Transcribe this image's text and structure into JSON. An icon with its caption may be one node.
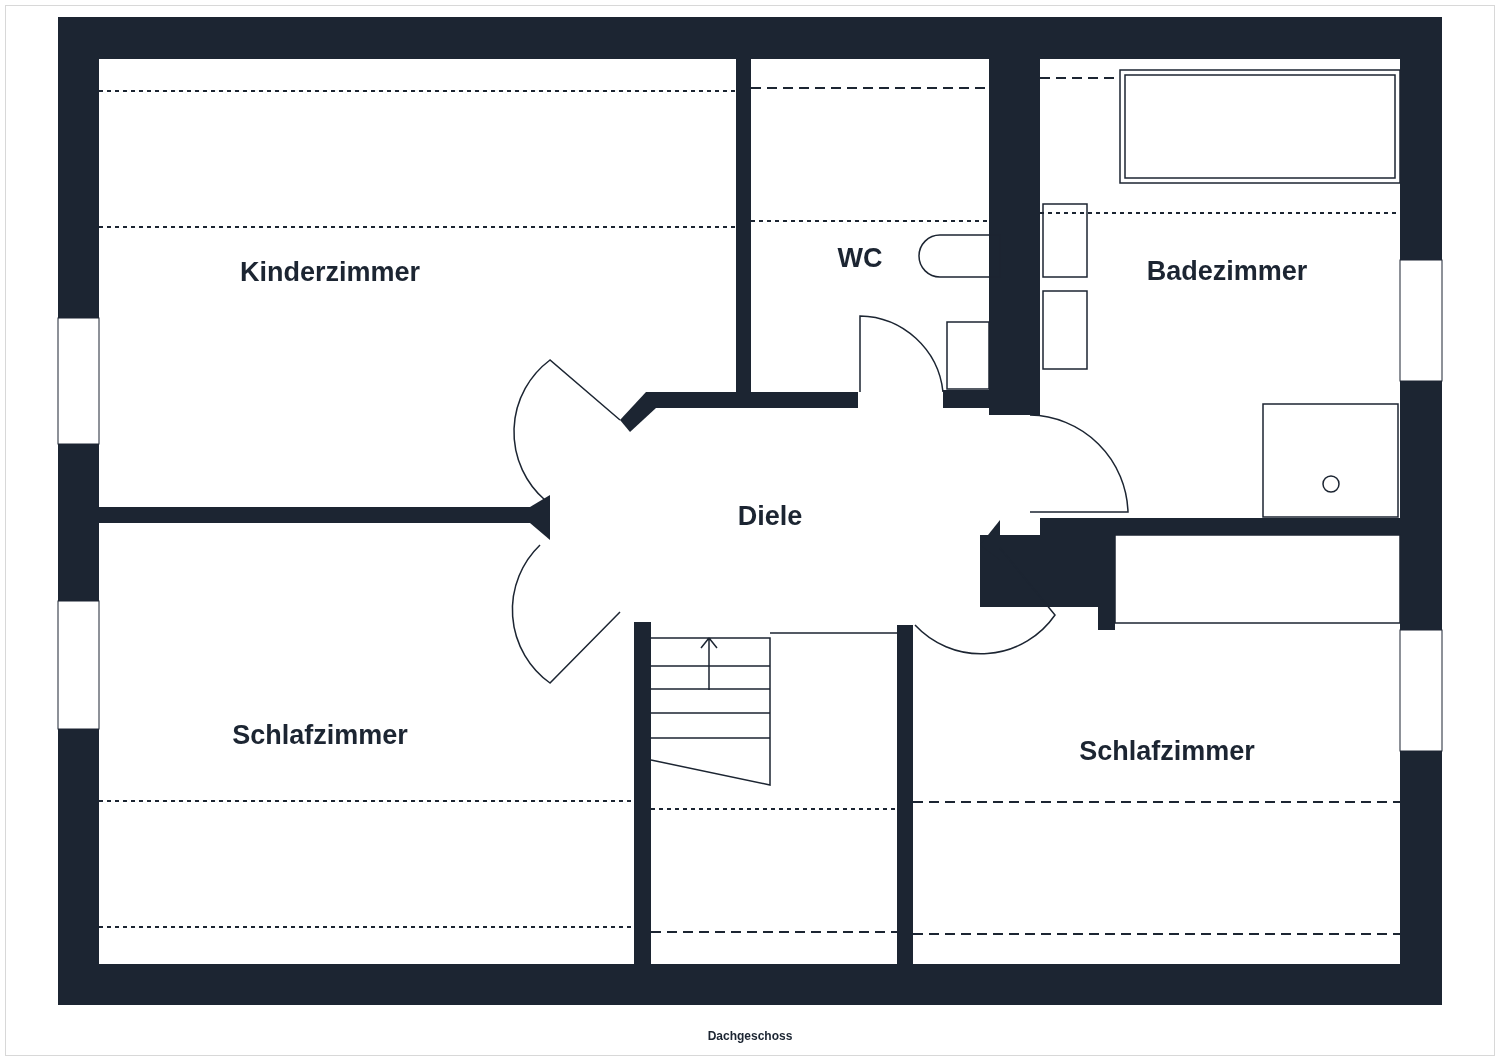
{
  "diagram": {
    "caption": "Dachgeschoss",
    "nodes": [
      {
        "text": [
          "Kinderzimmer"
        ]
      },
      {
        "text": [
          "WC"
        ]
      },
      {
        "text": [
          "Badezimmer"
        ]
      },
      {
        "text": [
          "Diele"
        ]
      },
      {
        "text": [
          "Schlafzimmer"
        ]
      },
      {
        "text": [
          "Schlafzimmer"
        ]
      }
    ]
  }
}
